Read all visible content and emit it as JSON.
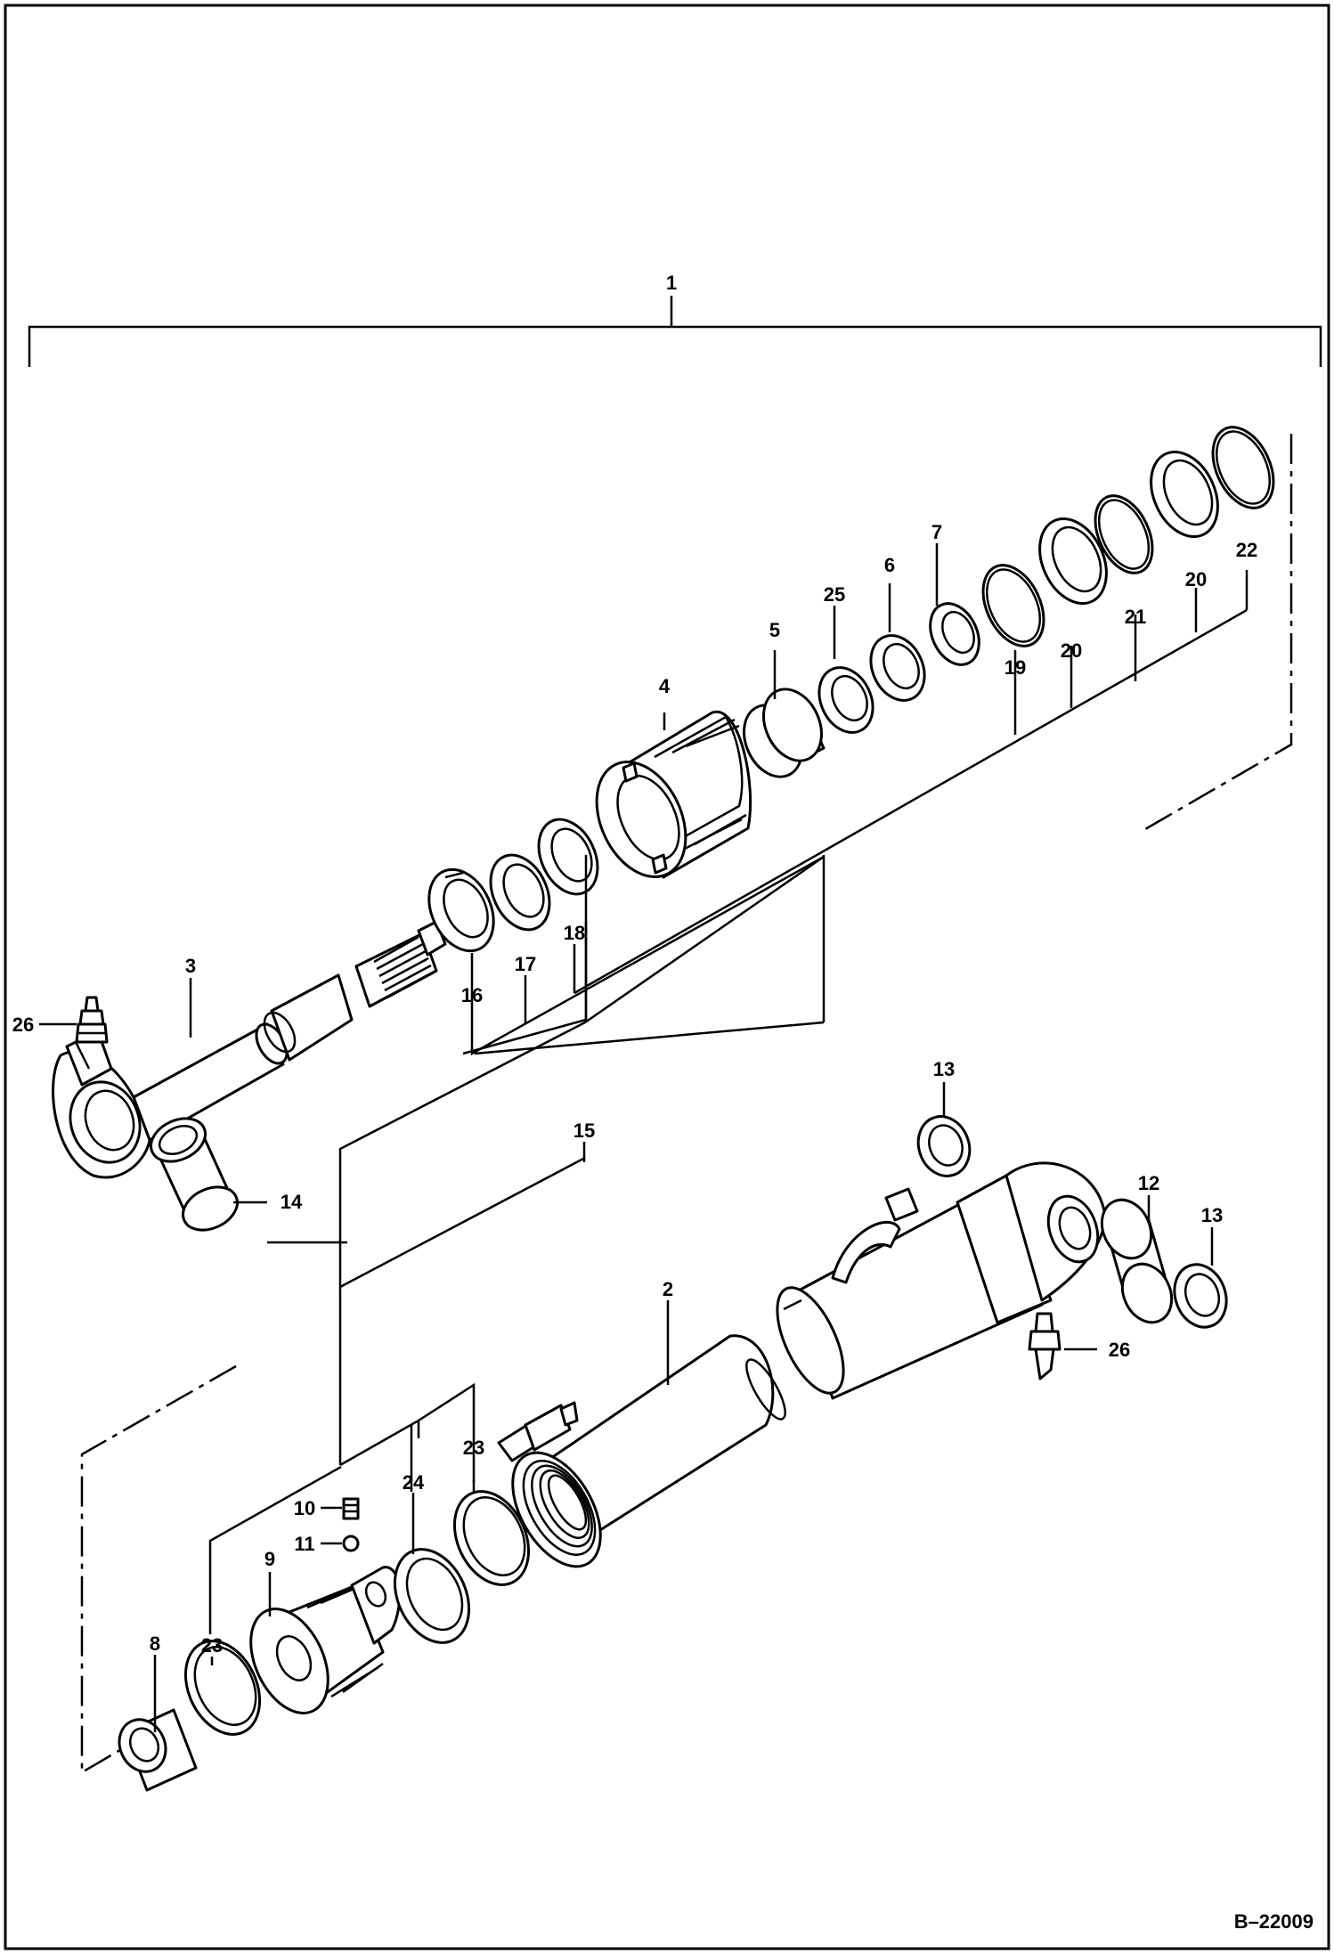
{
  "drawing_id": "B–22009",
  "callouts": [
    {
      "id": "c1",
      "text": "1"
    },
    {
      "id": "c2",
      "text": "2"
    },
    {
      "id": "c3",
      "text": "3"
    },
    {
      "id": "c4",
      "text": "4"
    },
    {
      "id": "c5",
      "text": "5"
    },
    {
      "id": "c6",
      "text": "6"
    },
    {
      "id": "c7",
      "text": "7"
    },
    {
      "id": "c8",
      "text": "8"
    },
    {
      "id": "c9",
      "text": "9"
    },
    {
      "id": "c10",
      "text": "10"
    },
    {
      "id": "c11",
      "text": "11"
    },
    {
      "id": "c12",
      "text": "12"
    },
    {
      "id": "c13a",
      "text": "13"
    },
    {
      "id": "c13b",
      "text": "13"
    },
    {
      "id": "c14",
      "text": "14"
    },
    {
      "id": "c15",
      "text": "15"
    },
    {
      "id": "c16",
      "text": "16"
    },
    {
      "id": "c17",
      "text": "17"
    },
    {
      "id": "c18",
      "text": "18"
    },
    {
      "id": "c19",
      "text": "19"
    },
    {
      "id": "c20a",
      "text": "20"
    },
    {
      "id": "c20b",
      "text": "20"
    },
    {
      "id": "c21",
      "text": "21"
    },
    {
      "id": "c22",
      "text": "22"
    },
    {
      "id": "c23a",
      "text": "23"
    },
    {
      "id": "c23b",
      "text": "23"
    },
    {
      "id": "c24",
      "text": "24"
    },
    {
      "id": "c25",
      "text": "25"
    },
    {
      "id": "c26a",
      "text": "26"
    },
    {
      "id": "c26b",
      "text": "26"
    }
  ]
}
